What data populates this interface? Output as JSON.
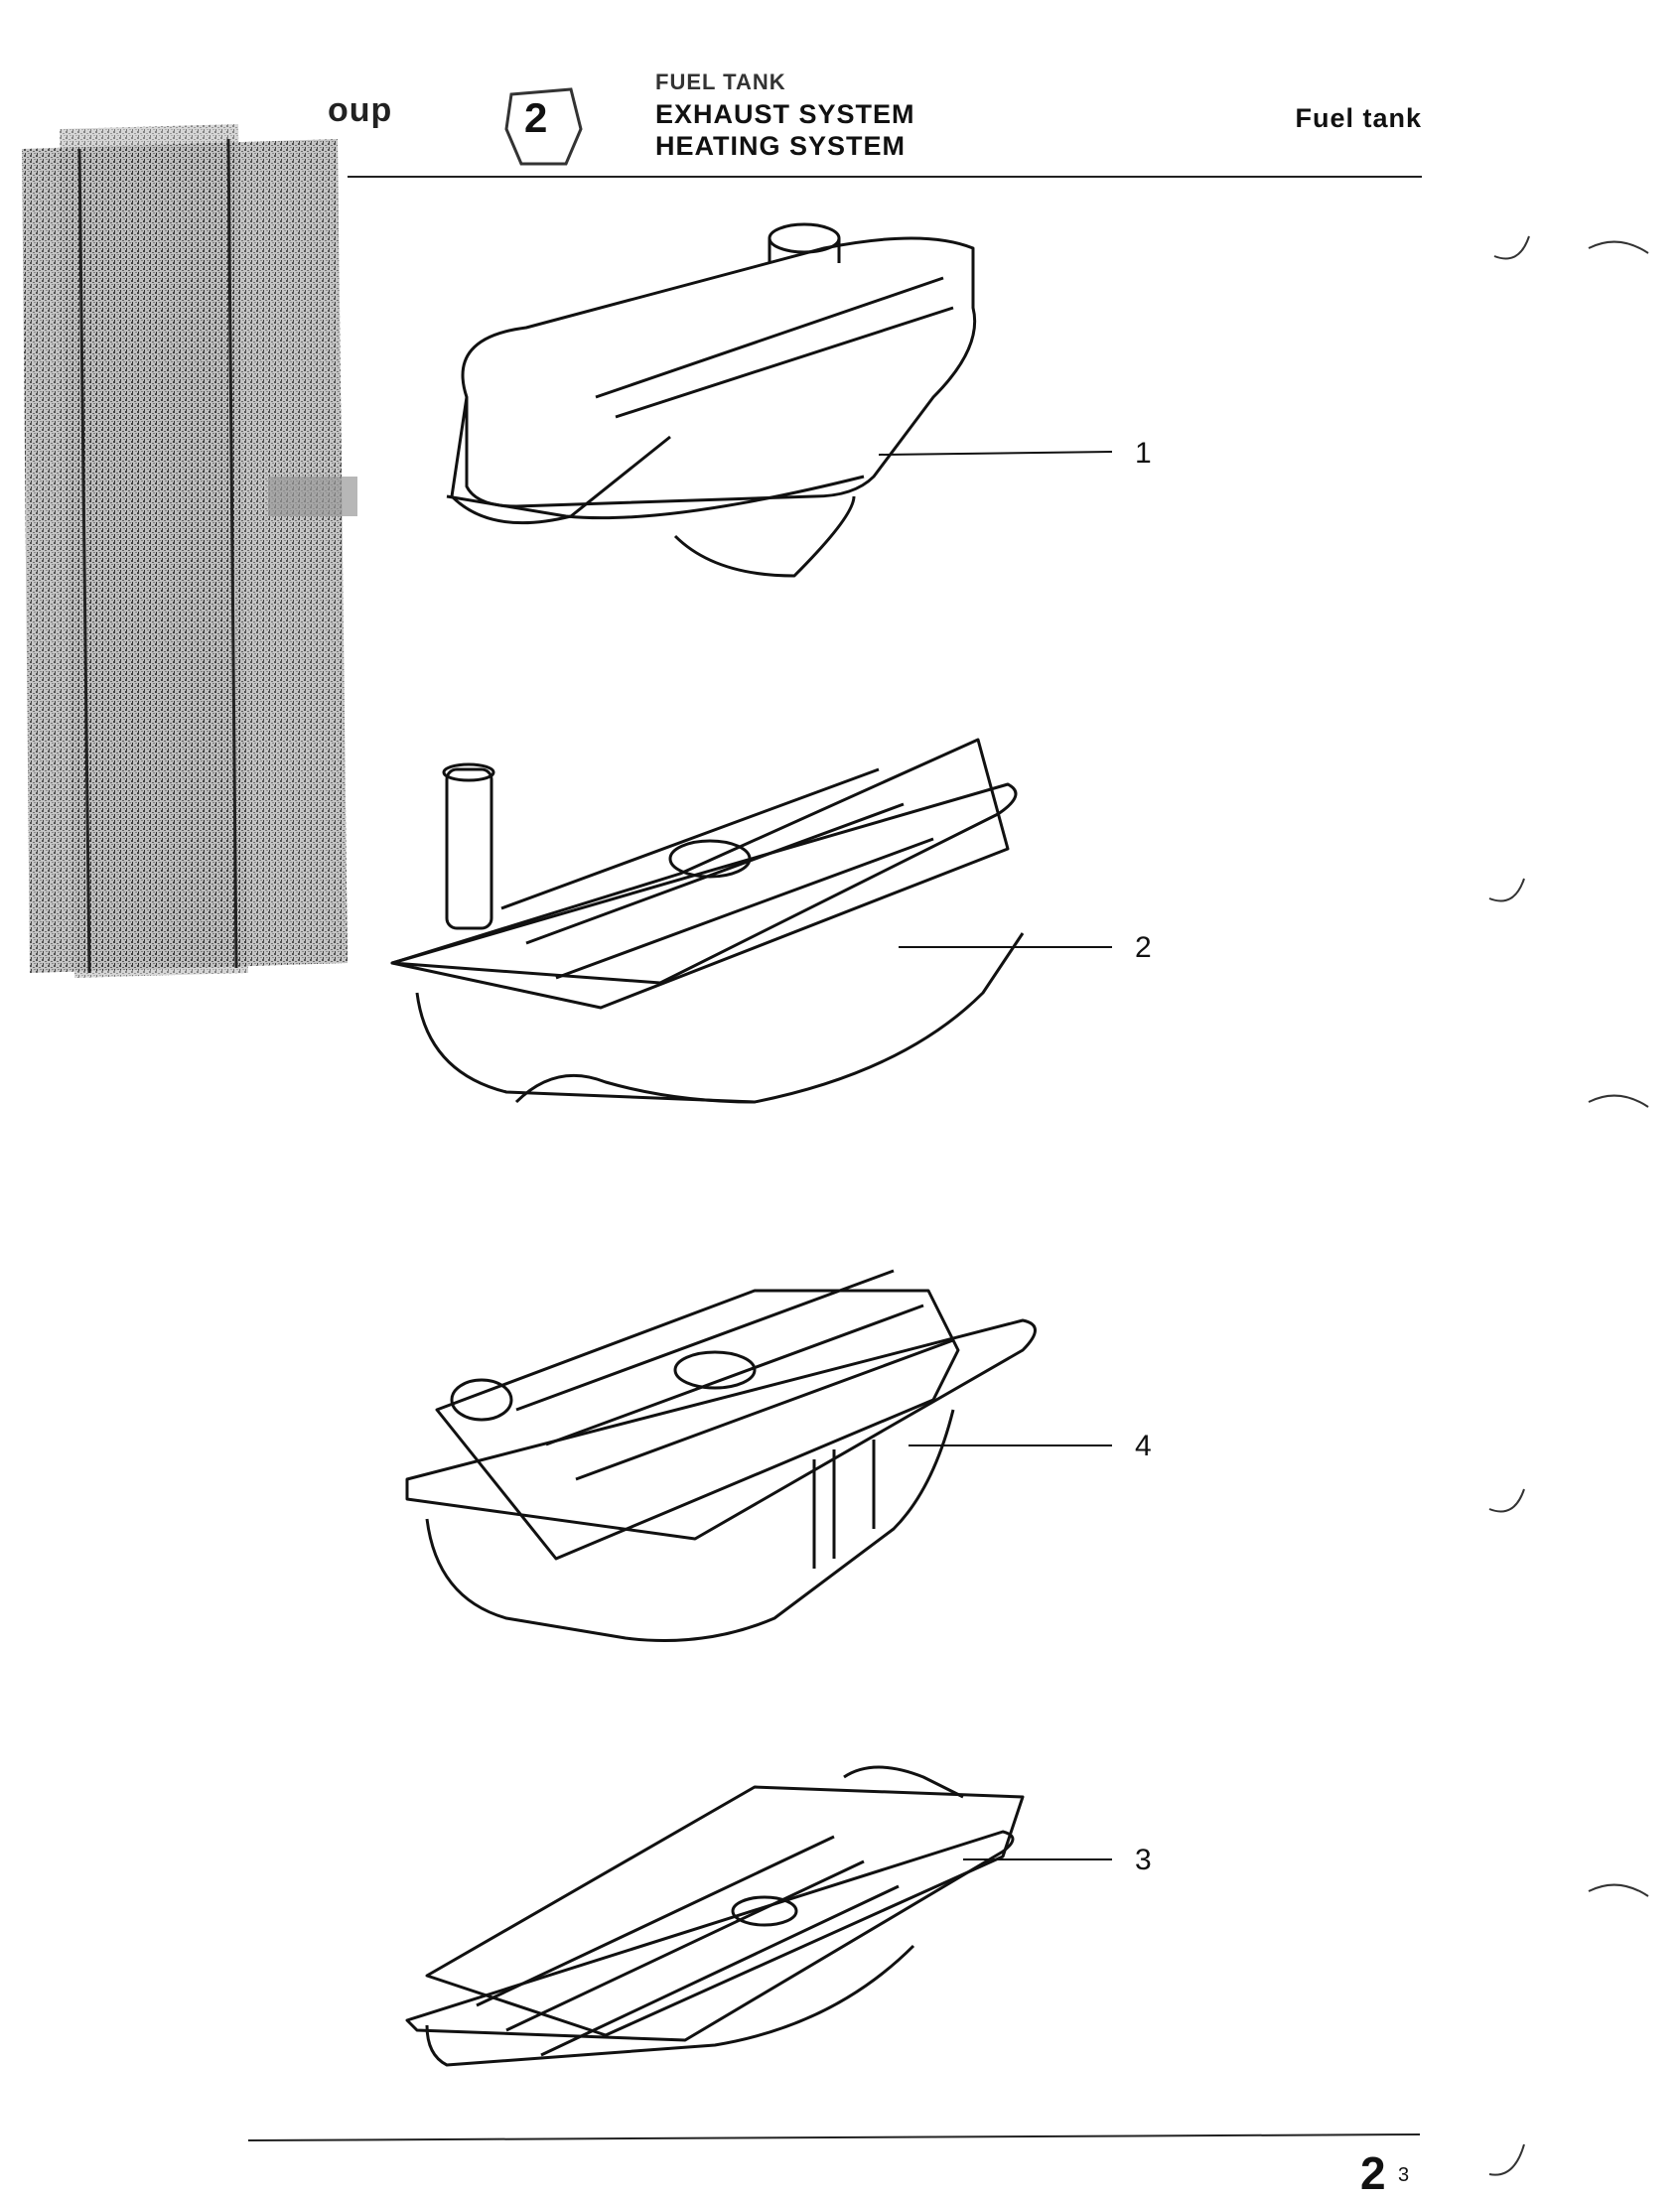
{
  "header": {
    "group_label": "oup",
    "group_number": "2",
    "fuel_tank_small": "FUEL TANK",
    "system_line1": "EXHAUST SYSTEM",
    "system_line2": "HEATING SYSTEM",
    "page_title": "Fuel tank"
  },
  "callouts": [
    "1",
    "2",
    "4",
    "3"
  ],
  "footer": {
    "page_number": "2",
    "page_sub": "3"
  }
}
